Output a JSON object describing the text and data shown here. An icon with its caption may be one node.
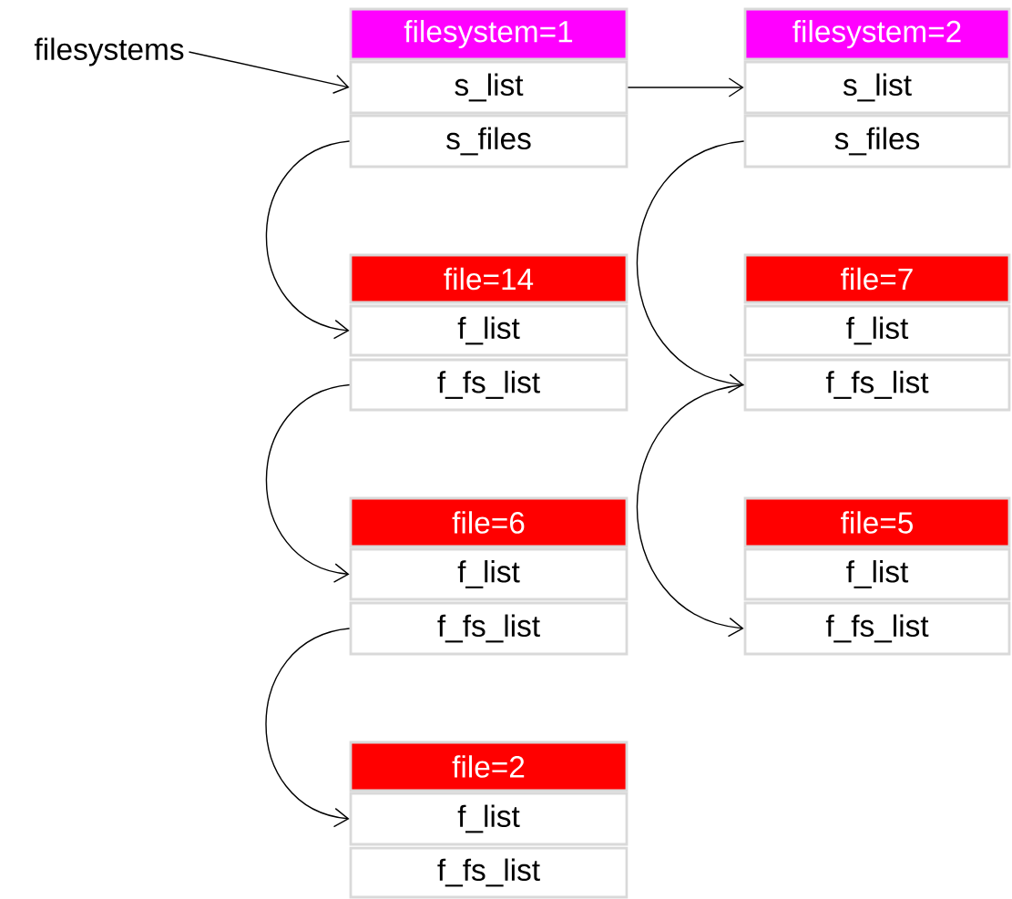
{
  "diagram": {
    "nodes": [
      {
        "text": [
          "filesystems"
        ]
      },
      {
        "text": [
          "filesystem=1"
        ]
      },
      {
        "text": [
          "s_list"
        ]
      },
      {
        "text": [
          "s_files"
        ]
      },
      {
        "text": [
          "filesystem=2"
        ]
      },
      {
        "text": [
          "s_list"
        ]
      },
      {
        "text": [
          "s_files"
        ]
      },
      {
        "text": [
          "file=14"
        ]
      },
      {
        "text": [
          "f_list"
        ]
      },
      {
        "text": [
          "f_fs_list"
        ]
      },
      {
        "text": [
          "file=7"
        ]
      },
      {
        "text": [
          "f_list"
        ]
      },
      {
        "text": [
          "f_fs_list"
        ]
      },
      {
        "text": [
          "file=6"
        ]
      },
      {
        "text": [
          "f_list"
        ]
      },
      {
        "text": [
          "f_fs_list"
        ]
      },
      {
        "text": [
          "file=5"
        ]
      },
      {
        "text": [
          "f_list"
        ]
      },
      {
        "text": [
          "f_fs_list"
        ]
      },
      {
        "text": [
          "file=2"
        ]
      },
      {
        "text": [
          "f_list"
        ]
      },
      {
        "text": [
          "f_fs_list"
        ]
      }
    ],
    "edges": [
      {
        "from": 0,
        "to": 2,
        "arrow": "to"
      },
      {
        "from": 2,
        "to": 5,
        "arrow": "to"
      },
      {
        "from": 3,
        "to": 8,
        "arrow": "to"
      },
      {
        "from": 9,
        "to": 14,
        "arrow": "to"
      },
      {
        "from": 15,
        "to": 20,
        "arrow": "to"
      },
      {
        "from": 6,
        "to": 12,
        "arrow": "to"
      },
      {
        "from": 12,
        "to": 18,
        "arrow": "to"
      }
    ]
  }
}
